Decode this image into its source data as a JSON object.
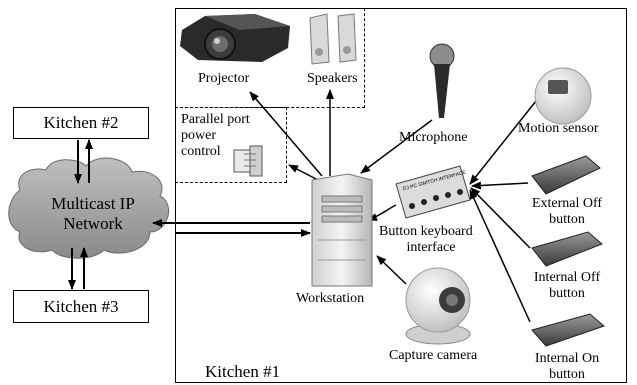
{
  "kitchens": {
    "k2": "Kitchen #2",
    "k3": "Kitchen #3",
    "k1": "Kitchen #1"
  },
  "network": {
    "line1": "Multicast IP",
    "line2": "Network"
  },
  "devices": {
    "projector": "Projector",
    "speakers": "Speakers",
    "parallel_1": "Parallel port",
    "parallel_2": "power",
    "parallel_3": "control",
    "microphone": "Microphone",
    "motion_sensor": "Motion sensor",
    "workstation": "Workstation",
    "bki_1": "Button keyboard",
    "bki_2": "interface",
    "bki_panel_text": "DJ PC SWITCH INTERFACE",
    "capture_camera": "Capture camera",
    "ext_off_1": "External Off",
    "ext_off_2": "button",
    "int_off_1": "Internal Off",
    "int_off_2": "button",
    "int_on_1": "Internal On",
    "int_on_2": "button"
  },
  "icons": [
    "projector-icon",
    "speakers-icon",
    "parallel-connector-icon",
    "microphone-icon",
    "motion-sensor-icon",
    "workstation-icon",
    "button-interface-icon",
    "camera-icon",
    "button-icon",
    "cloud-icon"
  ]
}
